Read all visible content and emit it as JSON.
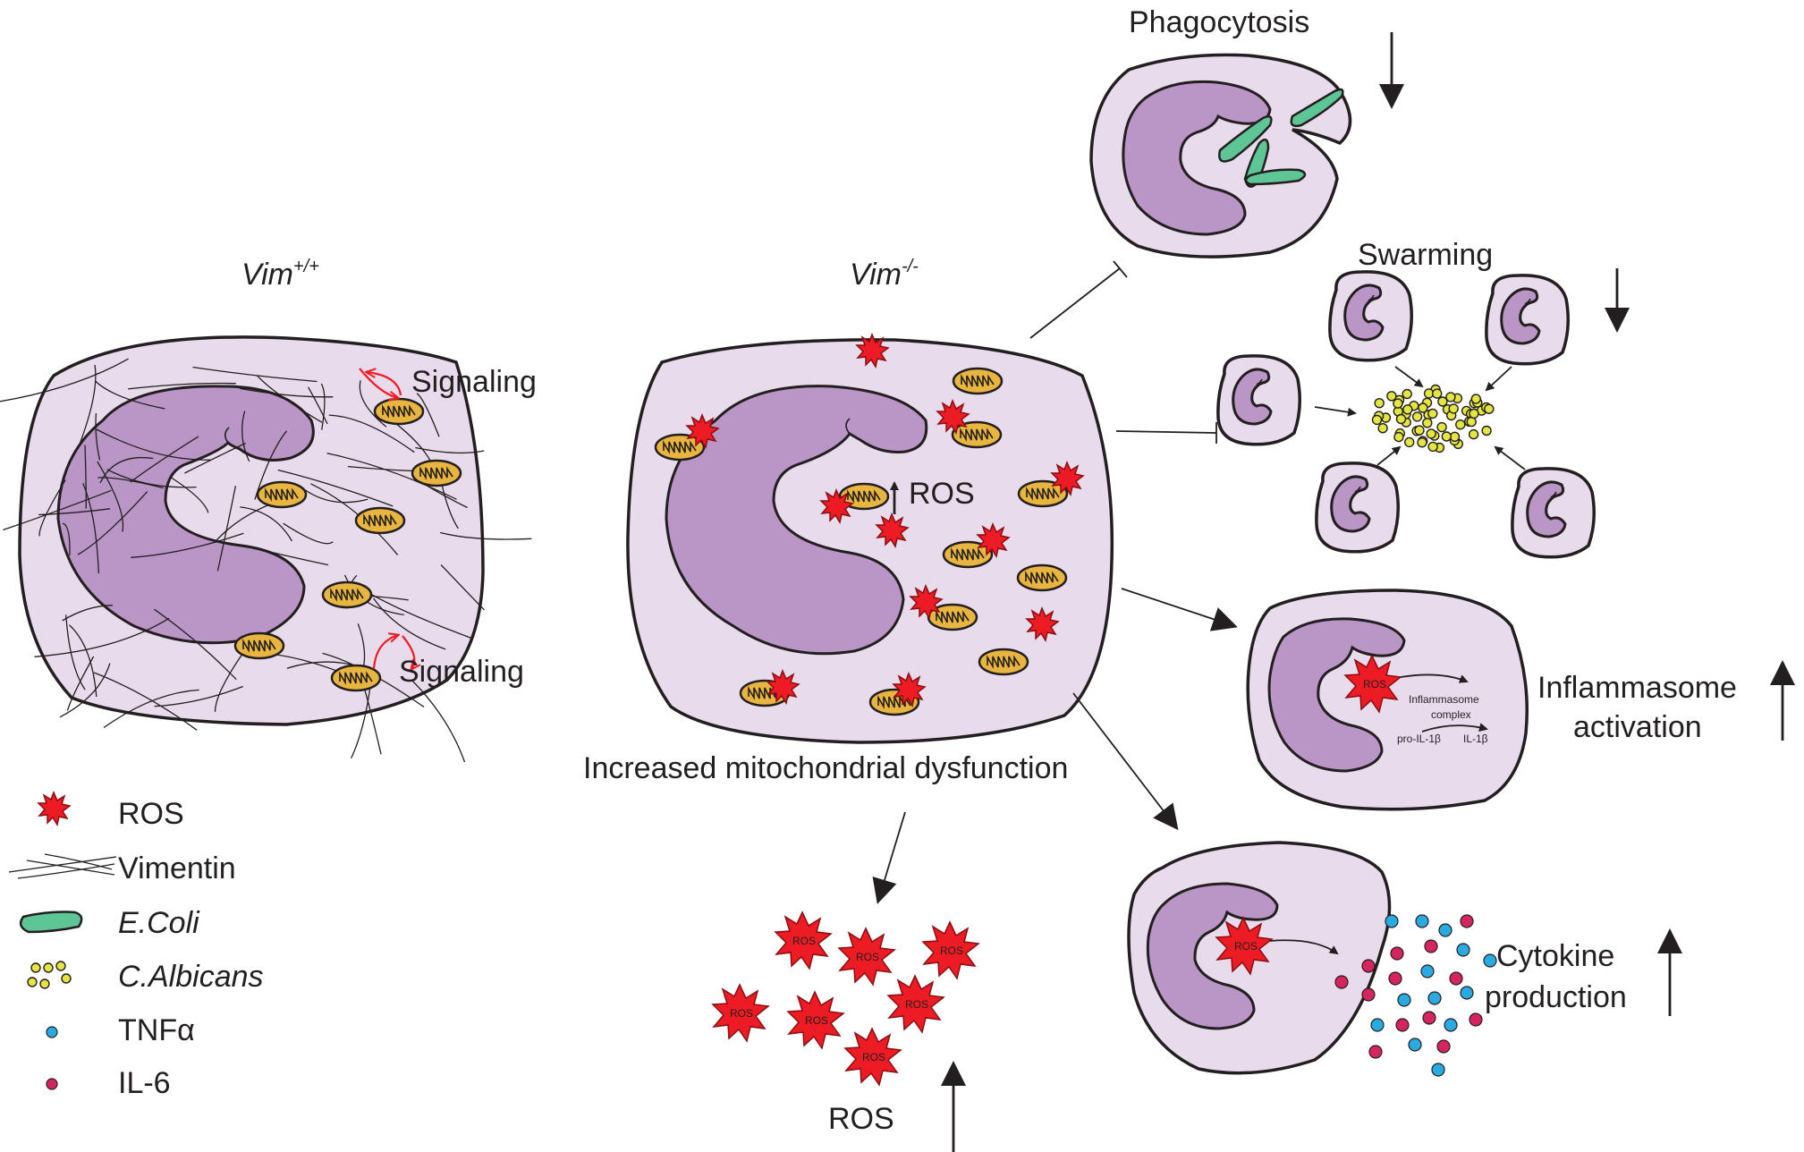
{
  "wildtype": {
    "title_main": "Vim",
    "title_sup": "+/+",
    "signaling_top": "Signaling",
    "signaling_bottom": "Signaling"
  },
  "knockout": {
    "title_main": "Vim",
    "title_sup": "-/-",
    "ros_label": "ROS",
    "caption": "Increased mitochondrial dysfunction"
  },
  "phagocytosis": {
    "label": "Phagocytosis",
    "trend": "down"
  },
  "swarming": {
    "label": "Swarming",
    "trend": "down"
  },
  "inflammasome": {
    "label_line1": "Inflammasome",
    "label_line2": "activation",
    "star_label": "ROS",
    "complex_line1": "Inflammasome",
    "complex_line2": "complex",
    "pro": "pro-IL-1β",
    "mature": "IL-1β",
    "trend": "up"
  },
  "cytokine": {
    "label_line1": "Cytokine",
    "label_line2": "production",
    "star_label": "ROS",
    "trend": "up"
  },
  "ros_release": {
    "label": "ROS",
    "star_label": "ROS",
    "trend": "up"
  },
  "legend": [
    {
      "icon": "ros-star-icon",
      "label": "ROS",
      "italic": false
    },
    {
      "icon": "vimentin-filament-icon",
      "label": "Vimentin",
      "italic": false
    },
    {
      "icon": "ecoli-icon",
      "label": "E.Coli",
      "italic": true
    },
    {
      "icon": "candida-icon",
      "label": "C.Albicans",
      "italic": true
    },
    {
      "icon": "tnf-dot-icon",
      "label": "TNFα",
      "italic": false
    },
    {
      "icon": "il6-dot-icon",
      "label": "IL-6",
      "italic": false
    }
  ],
  "colors": {
    "cytoplasm": "#e8dcec",
    "nucleus": "#ba96c7",
    "mitochondria": "#e8b540",
    "ros": "#ed1c24",
    "ecoli": "#5ec596",
    "candida": "#e3e540",
    "tnf": "#29abe2",
    "il6": "#d6245e"
  }
}
